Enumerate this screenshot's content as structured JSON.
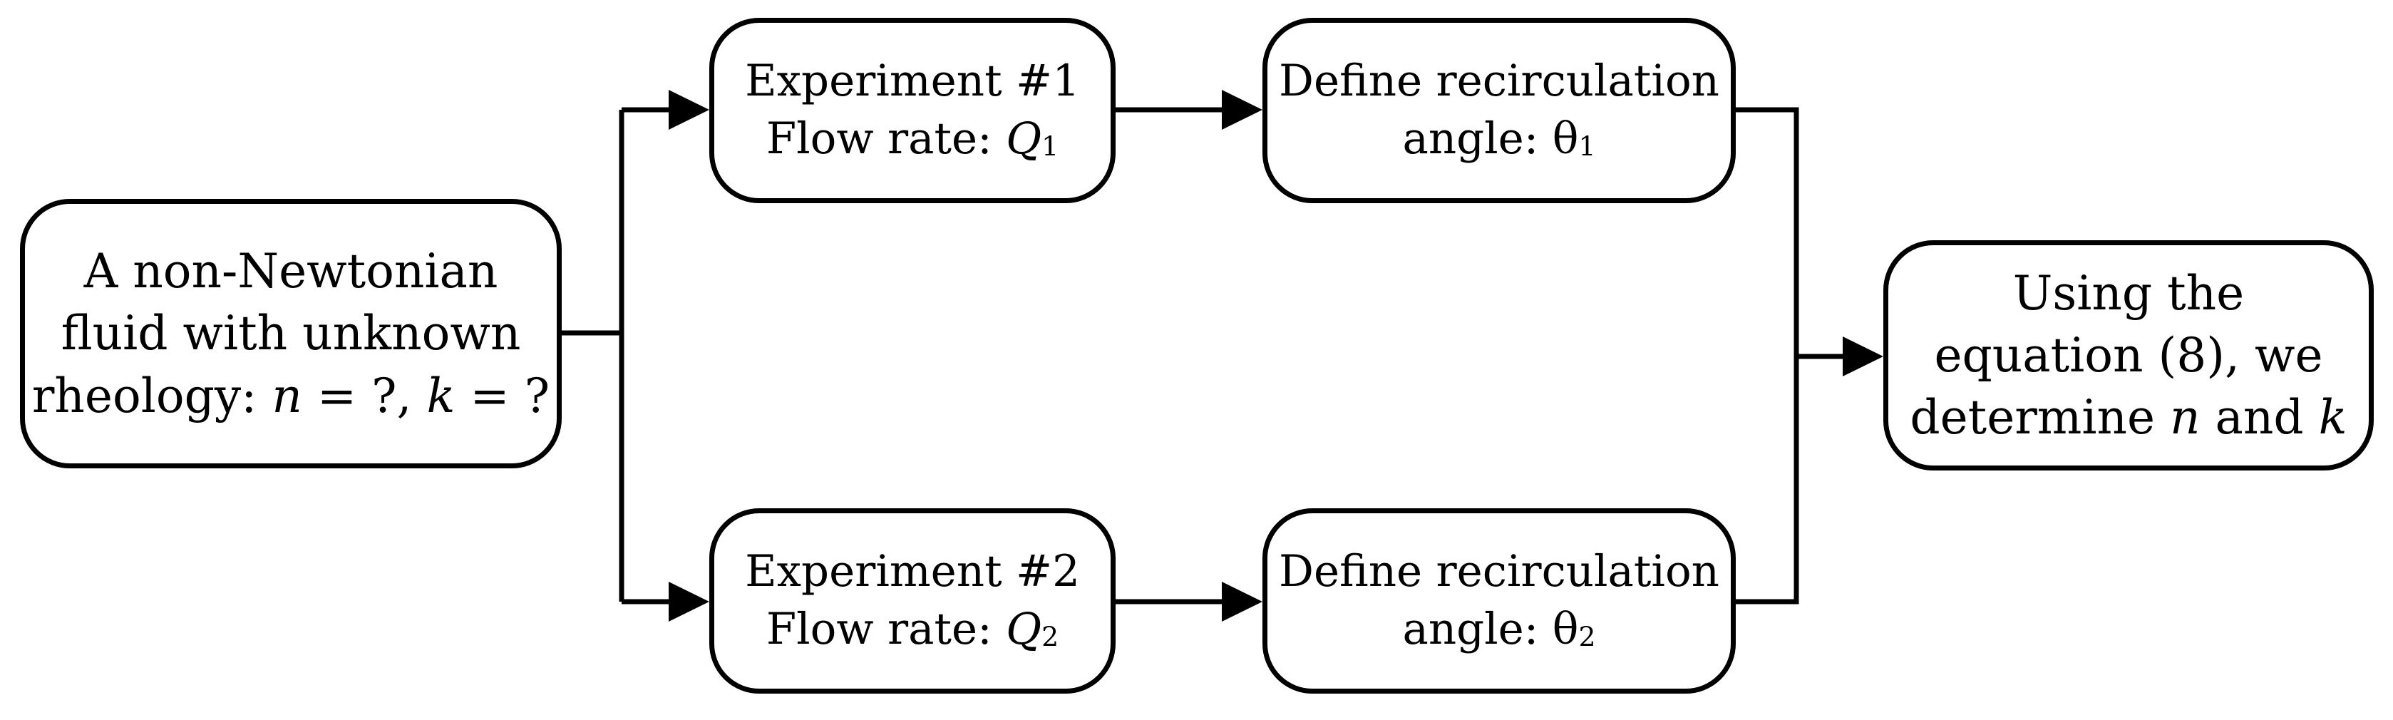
{
  "nodes": {
    "fluid": {
      "line1": "A non-Newtonian",
      "line2": "fluid with unknown",
      "line3_pre": "rheology: ",
      "line3_n": "n",
      "line3_mid": " = ?, ",
      "line3_k": "k",
      "line3_post": " = ?"
    },
    "experiment1": {
      "line1": "Experiment #1",
      "line2_pre": "Flow rate: ",
      "line2_var": "Q",
      "line2_sub": "1"
    },
    "experiment2": {
      "line1": "Experiment #2",
      "line2_pre": "Flow rate: ",
      "line2_var": "Q",
      "line2_sub": "2"
    },
    "angle1": {
      "line1": "Define recirculation",
      "line2_pre": "angle: θ",
      "line2_sub": "1"
    },
    "angle2": {
      "line1": "Define recirculation",
      "line2_pre": "angle: θ",
      "line2_sub": "2"
    },
    "result": {
      "line1": "Using the",
      "line2": "equation (8), we",
      "line3_pre": "determine ",
      "line3_n": "n",
      "line3_mid": " and ",
      "line3_k": "k"
    }
  },
  "edges": [
    {
      "from": "fluid",
      "to": "experiment1"
    },
    {
      "from": "fluid",
      "to": "experiment2"
    },
    {
      "from": "experiment1",
      "to": "angle1"
    },
    {
      "from": "experiment2",
      "to": "angle2"
    },
    {
      "from": "angle1",
      "to": "result"
    },
    {
      "from": "angle2",
      "to": "result"
    }
  ]
}
